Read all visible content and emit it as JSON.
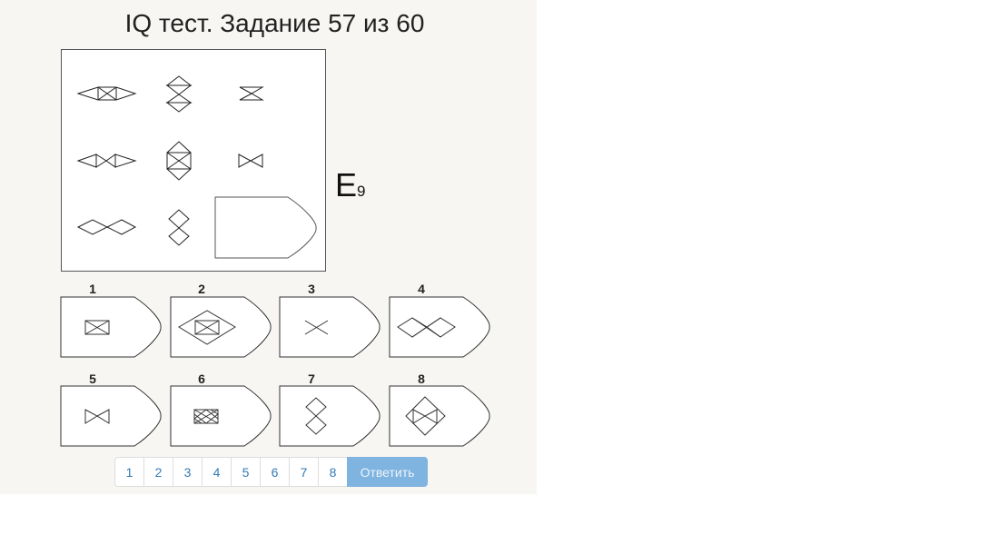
{
  "title": "IQ тест. Задание 57 из 60",
  "code": {
    "letter": "E",
    "number": "9"
  },
  "matrix": {
    "cells": [
      "diamond-bowtie-horizontal",
      "triangles-stacked-vertical",
      "hourglass",
      "arrows-horizontal",
      "hexagon-x",
      "small-bowtie",
      "double-diamond-horizontal",
      "double-diamond-vertical",
      "missing"
    ]
  },
  "options": [
    {
      "label": "1",
      "figure": "rectangle-with-x"
    },
    {
      "label": "2",
      "figure": "diamond-rectangle-x"
    },
    {
      "label": "3",
      "figure": "x-cross"
    },
    {
      "label": "4",
      "figure": "double-diamond-x"
    },
    {
      "label": "5",
      "figure": "small-bowtie"
    },
    {
      "label": "6",
      "figure": "filled-rectangle-x"
    },
    {
      "label": "7",
      "figure": "double-diamond-vertical"
    },
    {
      "label": "8",
      "figure": "diamond-with-bowtie"
    }
  ],
  "pager": {
    "pages": [
      "1",
      "2",
      "3",
      "4",
      "5",
      "6",
      "7",
      "8"
    ],
    "submit_label": "Ответить"
  },
  "colors": {
    "panel_bg": "#f7f6f3",
    "link": "#337ab7",
    "submit_bg": "#7fb3e0"
  }
}
